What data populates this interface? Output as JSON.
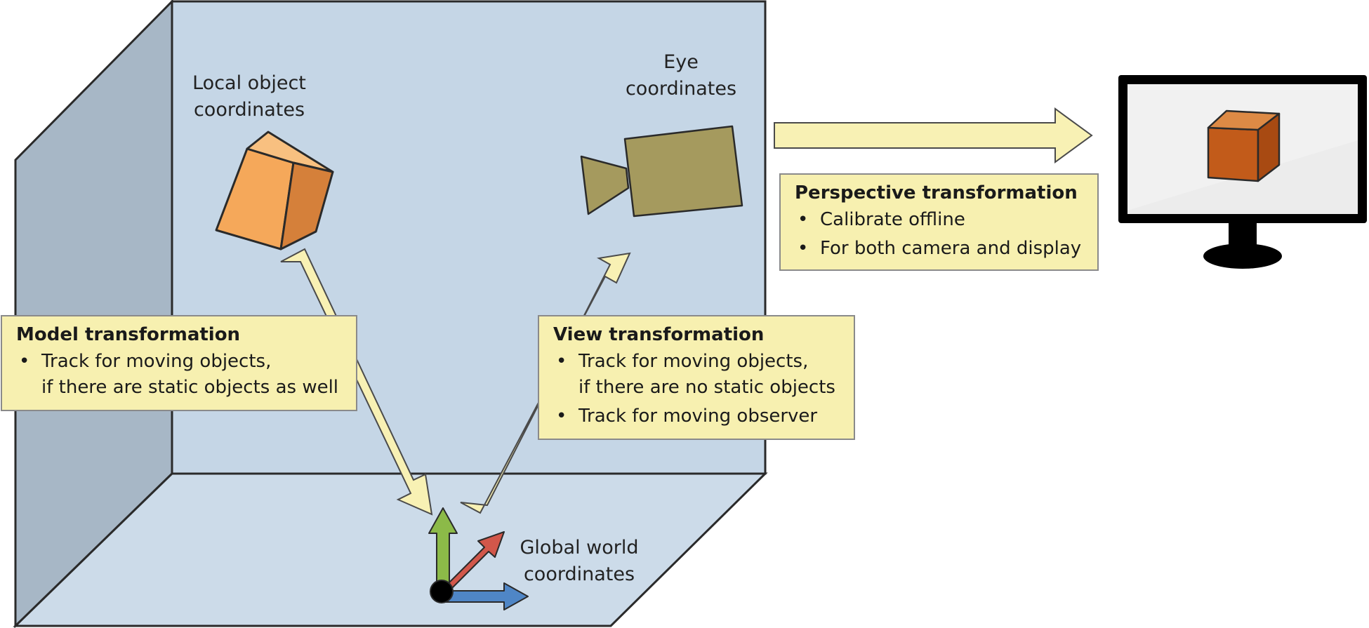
{
  "labels": {
    "local": "Local object\ncoordinates",
    "eye": "Eye\ncoordinates",
    "global": "Global world\ncoordinates"
  },
  "model_box": {
    "title": "Model transformation",
    "items": [
      "Track for moving objects,\nif there are static objects as well"
    ]
  },
  "view_box": {
    "title": "View transformation",
    "items": [
      "Track for moving objects,\nif there are no static objects",
      "Track for moving observer"
    ]
  },
  "perspective_box": {
    "title": "Perspective transformation",
    "items": [
      "Calibrate offline",
      "For both camera and display"
    ]
  },
  "colors": {
    "back_wall": "#c5d6e6",
    "side_wall": "#a7b7c6",
    "floor": "#ccdbe9",
    "box_fill": "#f7f0b0",
    "arrow_fill": "#f8f1b4",
    "cube_front": "#f5a85a",
    "camera": "#a59a5e",
    "axis_up": "#8cba48",
    "axis_diag": "#d2574a",
    "axis_right": "#4f86c6"
  }
}
